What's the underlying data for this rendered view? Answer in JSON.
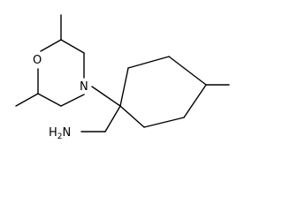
{
  "molecule": {
    "atoms": {
      "oxygen": "O",
      "nitrogen": "N",
      "amine": {
        "element": "H",
        "count": "2",
        "attached": "N"
      }
    },
    "colors": {
      "bond": "#000000",
      "label": "#000000",
      "background": "#ffffff"
    }
  }
}
